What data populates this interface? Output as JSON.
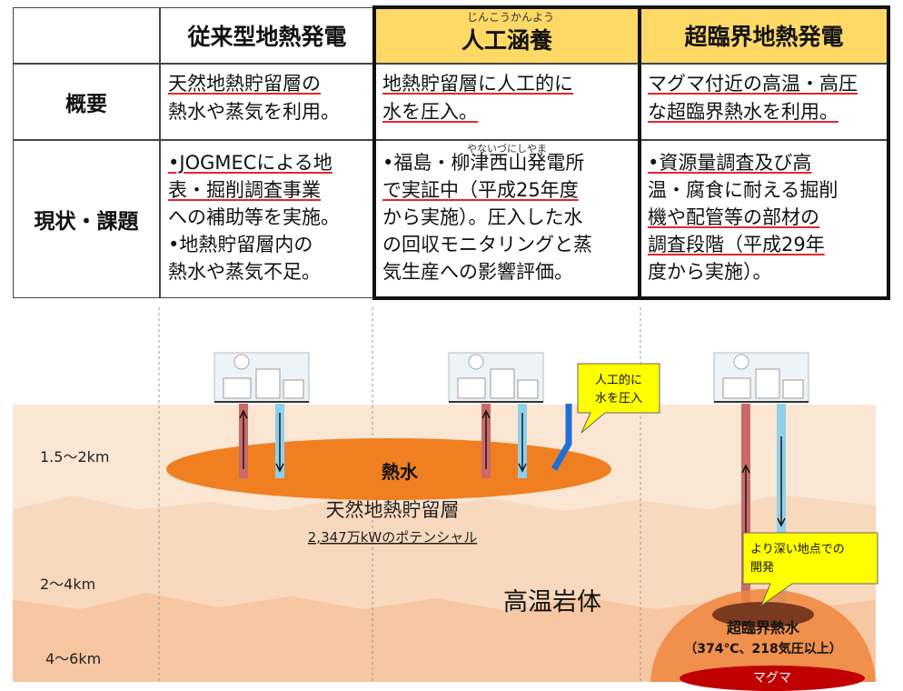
{
  "table": {
    "headers": [
      "従来型地熱発電",
      "人工涵養",
      "超臨界地熱発電"
    ],
    "header_ruby": "じんこうかんよう",
    "rows": [
      {
        "label": "概要",
        "col1": [
          "天然地熱貯留層の",
          "熱水や蒸気を利用。"
        ],
        "col2": [
          "地熱貯留層に人工的に",
          "水を圧入。"
        ],
        "col3": [
          "マグマ付近の高温・高圧",
          "な超臨界熱水を利用。"
        ]
      },
      {
        "label": "現状・課題",
        "col1": [
          "•JOGMECによる地",
          "表・掘削調査事業",
          "への補助等を実施。",
          "•地熱貯留層内の",
          "熱水や蒸気不足。"
        ],
        "col2_ruby": "やないづにしやま",
        "col2": [
          "•福島・柳津西山発電所",
          "で実証中（平成25年度",
          "から実施）。圧入した水",
          "の回収モニタリングと蒸",
          "気生産への影響評価。"
        ],
        "col3": [
          "•資源量調査及び高",
          "温・腐食に耐える掘削",
          "機や配管等の部材の",
          "調査段階（平成29年",
          "度から実施）。"
        ]
      }
    ]
  },
  "diagram": {
    "depths": [
      "1.5～2km",
      "2～4km",
      "4～6km"
    ],
    "hot_water_label": "熱水",
    "reservoir_label": "天然地熱貯留層",
    "potential_label": "2,347万kWのポテンシャル",
    "rock_label": "高温岩体",
    "callout_inject": [
      "人工的に",
      "水を圧入"
    ],
    "callout_deep": [
      "より深い地点での",
      "開発"
    ],
    "supercritical_label": "超臨界熱水",
    "supercritical_condition": "（374℃、218気圧以上）",
    "magma_label": "マグマ",
    "colors": {
      "layer_top": "#fbe3cf",
      "layer_mid": "#f9d6b8",
      "layer_deep": "#f6c39c",
      "reservoir": "#f07f22",
      "magma": "#c00000",
      "up_pipe": "#c96a6a",
      "down_pipe": "#8fd0ea",
      "inject_pipe": "#1e6fd9",
      "callout": "#ffff00"
    }
  }
}
